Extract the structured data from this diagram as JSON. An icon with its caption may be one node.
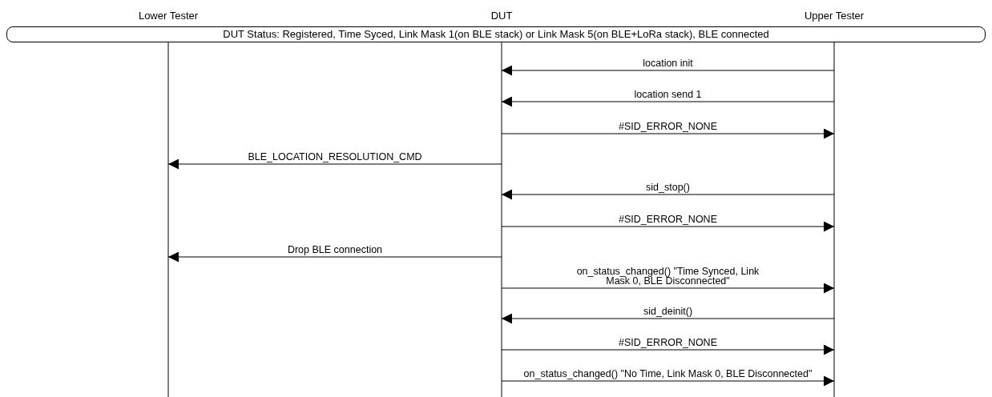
{
  "diagram": {
    "labels": [
      "Lower Tester",
      "DUT",
      "Upper Tester"
    ],
    "nodes": [
      {
        "text": [],
        "shape": "line"
      },
      {
        "text": [],
        "shape": "line"
      },
      {
        "text": [],
        "shape": "line"
      },
      {
        "text": [
          "DUT Status: Registered, Time Syced, Link Mask 1(on BLE stack) or Link Mask 5(on BLE+LoRa stack), BLE connected"
        ]
      }
    ],
    "edges": [
      {
        "from": 2,
        "to": 1,
        "arrow": "to",
        "label": "location init"
      },
      {
        "from": 2,
        "to": 1,
        "arrow": "to",
        "label": "location send 1"
      },
      {
        "from": 1,
        "to": 2,
        "arrow": "to",
        "label": "#SID_ERROR_NONE"
      },
      {
        "from": 1,
        "to": 0,
        "arrow": "to",
        "label": "BLE_LOCATION_RESOLUTION_CMD"
      },
      {
        "from": 2,
        "to": 1,
        "arrow": "to",
        "label": "sid_stop()"
      },
      {
        "from": 1,
        "to": 2,
        "arrow": "to",
        "label": "#SID_ERROR_NONE"
      },
      {
        "from": 1,
        "to": 0,
        "arrow": "to",
        "label": "Drop BLE connection"
      },
      {
        "from": 1,
        "to": 2,
        "arrow": "to",
        "label": "on_status_changed() \"Time Synced, Link Mask 0, BLE Disconnected\""
      },
      {
        "from": 2,
        "to": 1,
        "arrow": "to",
        "label": "sid_deinit()"
      },
      {
        "from": 1,
        "to": 2,
        "arrow": "to",
        "label": "#SID_ERROR_NONE"
      },
      {
        "from": 1,
        "to": 2,
        "arrow": "to",
        "label": "on_status_changed() \"No Time, Link Mask 0, BLE Disconnected\""
      }
    ]
  }
}
